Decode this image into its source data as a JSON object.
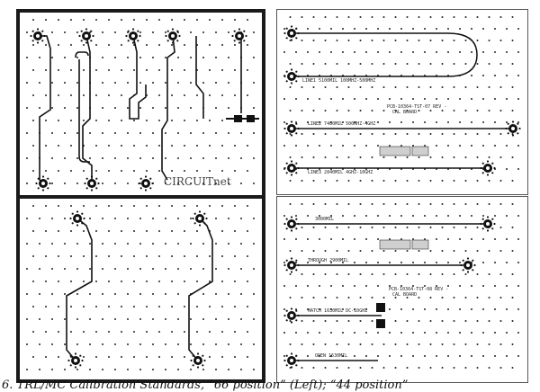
{
  "watermark": "CIRCUITnet",
  "right_top": {
    "line1_label": "LINE1 5100MIL 100MHZ-500MHZ",
    "line2_label": "LINE2 7460MIL 500MHZ-4GHZ",
    "line3_label": "LINE3 2840MIL 4GHZ-10GHZ",
    "pcb_label_1": "PCB-10364-TST-07  REV -",
    "pcb_label_2": "CAL BOARD"
  },
  "right_bot": {
    "line_label": "3000MIL",
    "through_label": "THROUGH 2900MIL",
    "pcb_label_1": "PCB-10364-TST-08  REV -",
    "pcb_label_2": "CAL BOARD",
    "match_label": "MATCH 1630MIL DC-10GHZ",
    "open_label": "OPEN 1630MIL"
  },
  "caption": "6. TRL/MC Calibration Standards, “66 position” (Left); “44 position”"
}
